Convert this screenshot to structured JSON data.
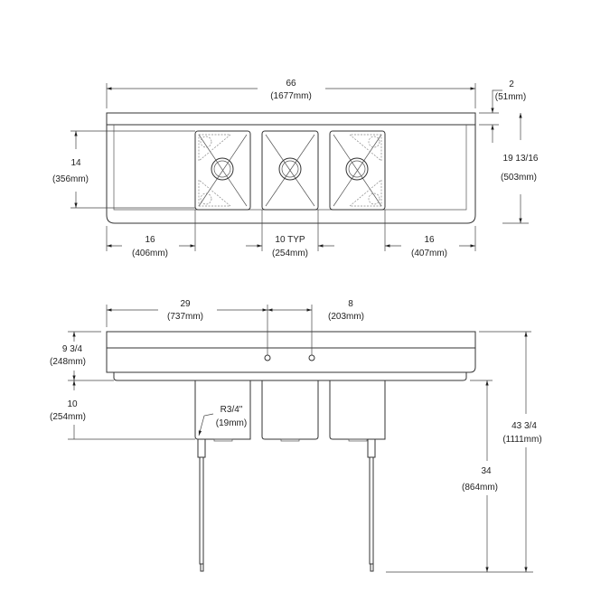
{
  "top_view": {
    "overall_length": {
      "value": "66",
      "metric": "(1677mm)"
    },
    "backsplash_height": {
      "value": "2",
      "metric": "(51mm)"
    },
    "bowl_front_to_back": {
      "value": "14",
      "metric": "(356mm)"
    },
    "overall_depth": {
      "value": "19 13/16",
      "metric": "(503mm)"
    },
    "left_drainboard": {
      "value": "16",
      "metric": "(406mm)"
    },
    "bowl_width": {
      "value": "10 TYP",
      "metric": "(254mm)"
    },
    "right_drainboard": {
      "value": "16",
      "metric": "(407mm)"
    }
  },
  "front_view": {
    "faucet_center": {
      "value": "29",
      "metric": "(737mm)"
    },
    "faucet_spacing": {
      "value": "8",
      "metric": "(203mm)"
    },
    "splash_height": {
      "value": "9 3/4",
      "metric": "(248mm)"
    },
    "bowl_depth": {
      "value": "10",
      "metric": "(254mm)"
    },
    "corner_radius": {
      "value": "R3/4\"",
      "metric": "(19mm)"
    },
    "work_height": {
      "value": "34",
      "metric": "(864mm)"
    },
    "overall_height": {
      "value": "43 3/4",
      "metric": "(1111mm)"
    }
  }
}
